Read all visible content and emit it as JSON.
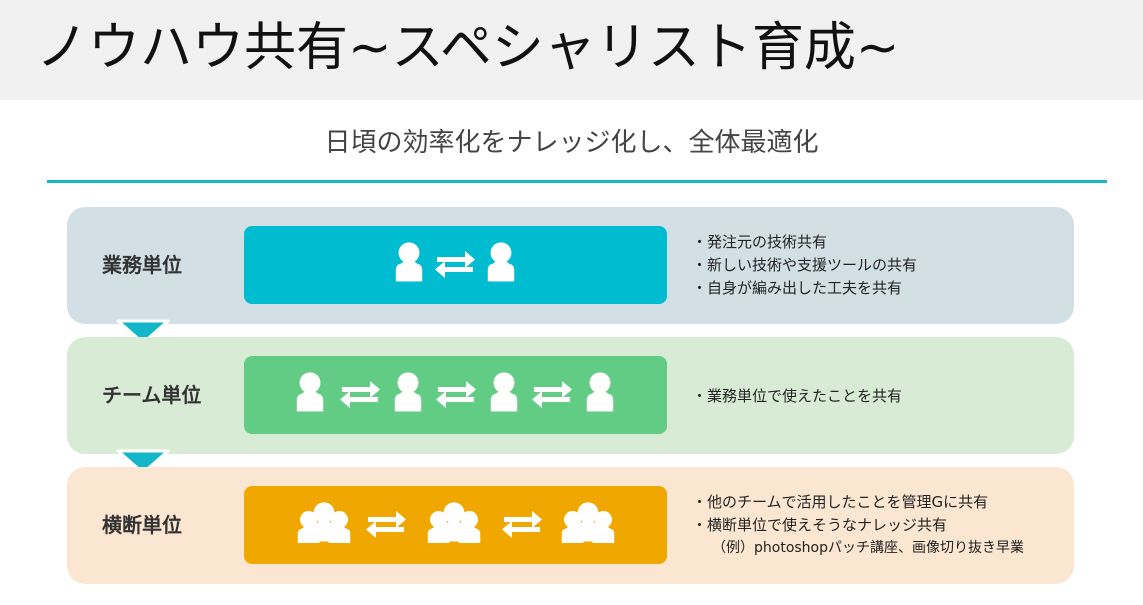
{
  "title": "ノウハウ共有~スペシャリスト育成~",
  "subtitle": "日頃の効率化をナレッジ化し、全体最適化",
  "colors": {
    "accent": "#14b7c9",
    "band1_bg": "#d2e0e6",
    "band2_bg": "#d8ecd5",
    "band3_bg": "#fbe7d1",
    "panel1": "#00bcd0",
    "panel2": "#62cc85",
    "panel3": "#f0a700"
  },
  "bands": [
    {
      "label": "業務単位",
      "icon": "two-people-exchange-icon",
      "notes": [
        "・発注元の技術共有",
        "・新しい技術や支援ツールの共有",
        "・自身が編み出した工夫を共有"
      ]
    },
    {
      "label": "チーム単位",
      "icon": "four-people-exchange-icon",
      "notes": [
        "・業務単位で使えたことを共有"
      ]
    },
    {
      "label": "横断単位",
      "icon": "three-groups-exchange-icon",
      "notes": [
        "・他のチームで活用したことを管理Gに共有",
        "・横断単位で使えそうなナレッジ共有"
      ],
      "sub_note": "（例）photoshopパッチ講座、画像切り抜き早業"
    }
  ]
}
